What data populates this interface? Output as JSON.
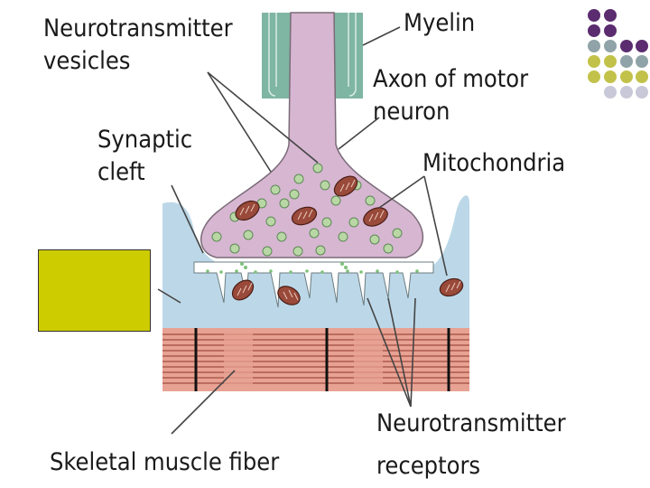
{
  "labels": {
    "neurotransmitter_vesicles_1": "Neurotransmitter",
    "neurotransmitter_vesicles_2": "vesicles",
    "myelin": "Myelin",
    "axon_1": "Axon of motor",
    "axon_2": "neuron",
    "synaptic_cleft_1": "Synaptic",
    "synaptic_cleft_2": "cleft",
    "mitochondria": "Mitochondria",
    "skeletal_muscle_fiber": "Skeletal muscle fiber",
    "receptors_1": "Neurotransmitter",
    "receptors_2": "receptors"
  },
  "colors": {
    "decor_dots": [
      "#5b2c6f",
      "#5b2c6f",
      "#8fa3a8",
      "#8fa3a8",
      "#c2c24a",
      "#c2c24a",
      "#c8c8d8",
      "#c8c8d8"
    ],
    "yellow_box": "#cccc00"
  }
}
